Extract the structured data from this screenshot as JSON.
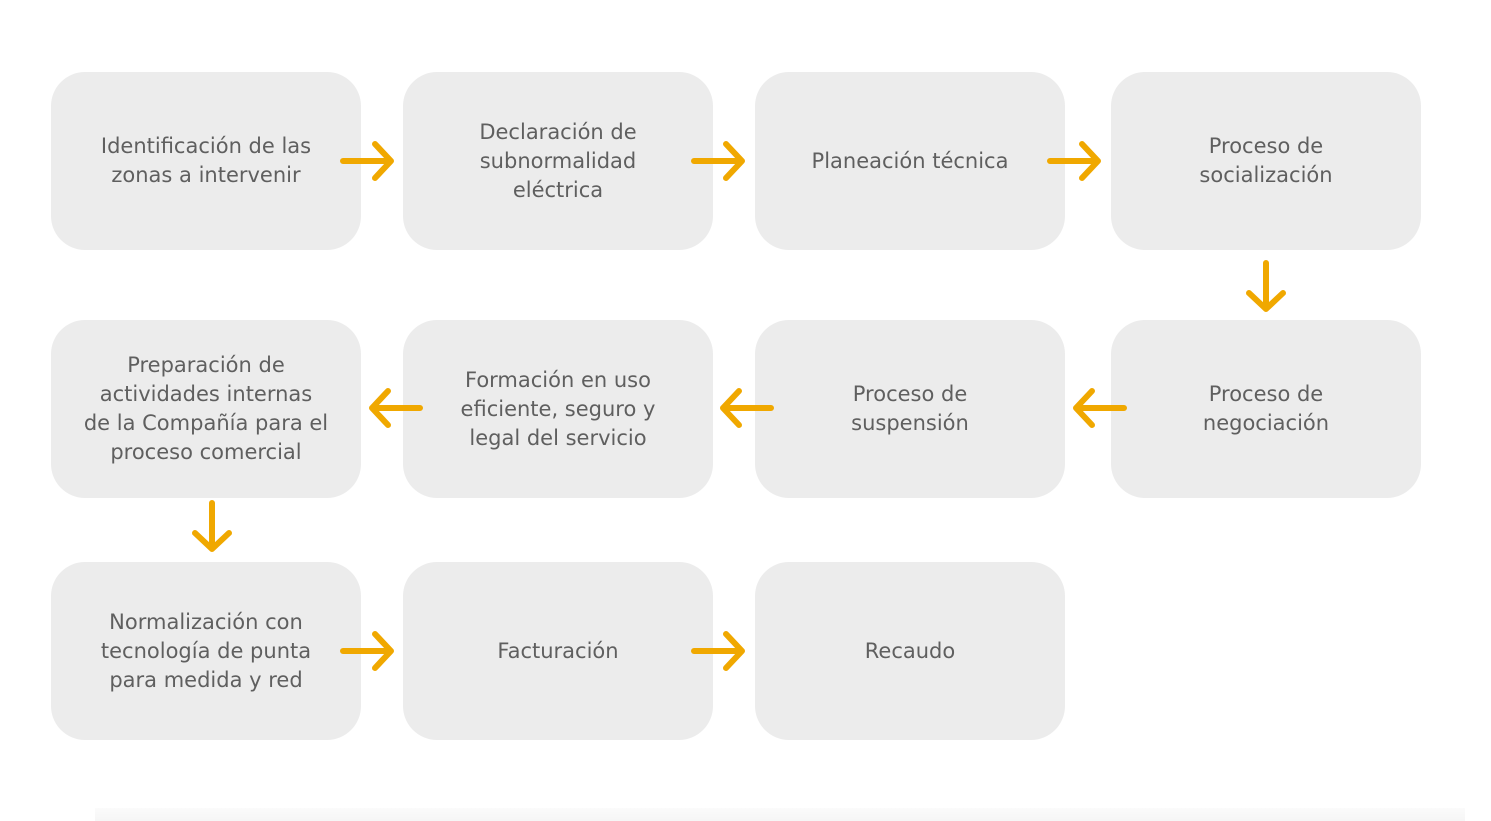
{
  "diagram": {
    "steps": [
      "Identificación de las\nzonas a intervenir",
      "Declaración de\nsubnormalidad\neléctrica",
      "Planeación técnica",
      "Proceso de\nsocialización",
      "Proceso de\nnegociación",
      "Proceso de\nsuspensión",
      "Formación en uso\neficiente, seguro y\nlegal del servicio",
      "Preparación de\nactividades internas\nde la Compañía para el\nproceso comercial",
      "Normalización con\ntecnología de punta\npara medida y red",
      "Facturación",
      "Recaudo"
    ],
    "arrow_color": "#f0a800",
    "box_color": "#ececec",
    "text_color": "#5f5f5f"
  }
}
